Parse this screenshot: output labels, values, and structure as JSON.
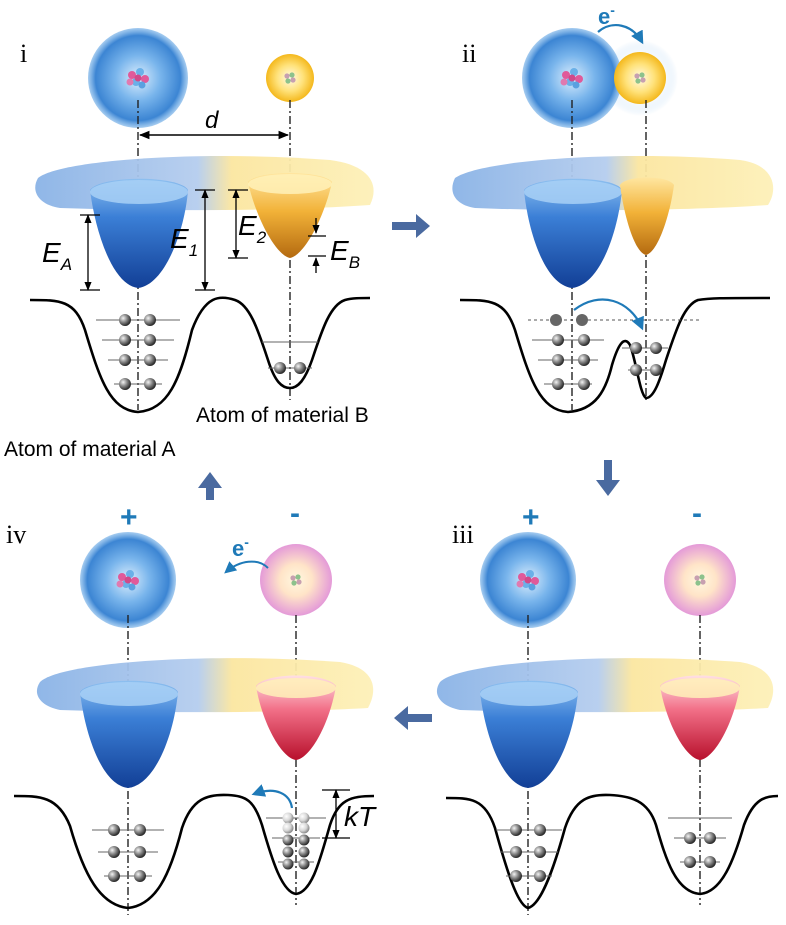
{
  "panels": {
    "i": {
      "label": "i"
    },
    "ii": {
      "label": "ii"
    },
    "iii": {
      "label": "iii",
      "charge_a": "+",
      "charge_b": "-"
    },
    "iv": {
      "label": "iv",
      "charge_a": "+",
      "charge_b": "-"
    }
  },
  "labels": {
    "d": "d",
    "ea": "E",
    "ea_sub": "A",
    "e1": "E",
    "e1_sub": "1",
    "e2": "E",
    "e2_sub": "2",
    "eb": "E",
    "eb_sub": "B",
    "kt": "kT",
    "electron": "e",
    "electron_sup": "-",
    "atom_a": "Atom of material A",
    "atom_b": "Atom of material B"
  },
  "colors": {
    "blue_atom": "#3d8ad6",
    "yellow_atom": "#f4c230",
    "pink_atom": "#e6a2d6",
    "blue_well": "#1d4fa8",
    "orange_well": "#e08a16",
    "red_well": "#d21e3c",
    "arrow": "#4a6aa0",
    "electron_arrow": "#1f7ab8"
  }
}
